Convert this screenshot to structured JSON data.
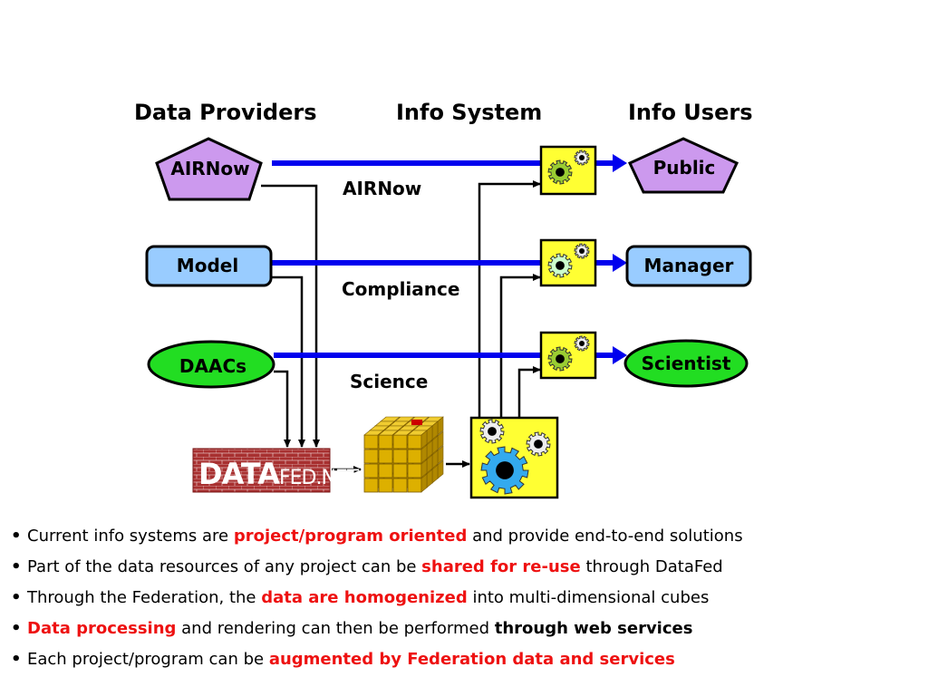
{
  "headers": {
    "providers": "Data Providers",
    "system": "Info System",
    "users": "Info Users"
  },
  "providers": {
    "airnow": "AIRNow",
    "model": "Model",
    "daacs": "DAACs"
  },
  "users": {
    "public": "Public",
    "manager": "Manager",
    "scientist": "Scientist"
  },
  "systems": {
    "airnow": "AIRNow",
    "compliance": "Compliance",
    "science": "Science"
  },
  "logo": {
    "main": "DATA",
    "suffix": "FED.NET"
  },
  "colors": {
    "pentagon": "#cc99ee",
    "rounded_box": "#99ccff",
    "ellipse": "#22dd22",
    "flow_arrow": "#0000ee",
    "gear_box": "#ffff33",
    "cube": "#ddb000",
    "logo_brick": "#a83030",
    "highlight_text": "#ee1111"
  },
  "bullets": [
    {
      "parts": [
        {
          "text": "Current info systems are "
        },
        {
          "text": "project/program oriented",
          "style": "red"
        },
        {
          "text": " and provide end-to-end solutions"
        }
      ]
    },
    {
      "parts": [
        {
          "text": "Part of the data resources of any project can be "
        },
        {
          "text": "shared for re-use",
          "style": "red"
        },
        {
          "text": " through DataFed"
        }
      ]
    },
    {
      "parts": [
        {
          "text": "Through the Federation, the "
        },
        {
          "text": "data are homogenized",
          "style": "red"
        },
        {
          "text": " into multi-dimensional cubes"
        }
      ]
    },
    {
      "parts": [
        {
          "text": "Data processing",
          "style": "red"
        },
        {
          "text": " and rendering can then be performed "
        },
        {
          "text": "through web services",
          "style": "bold"
        }
      ]
    },
    {
      "parts": [
        {
          "text": "Each project/program can be "
        },
        {
          "text": "augmented by Federation data and services",
          "style": "red"
        }
      ]
    }
  ]
}
